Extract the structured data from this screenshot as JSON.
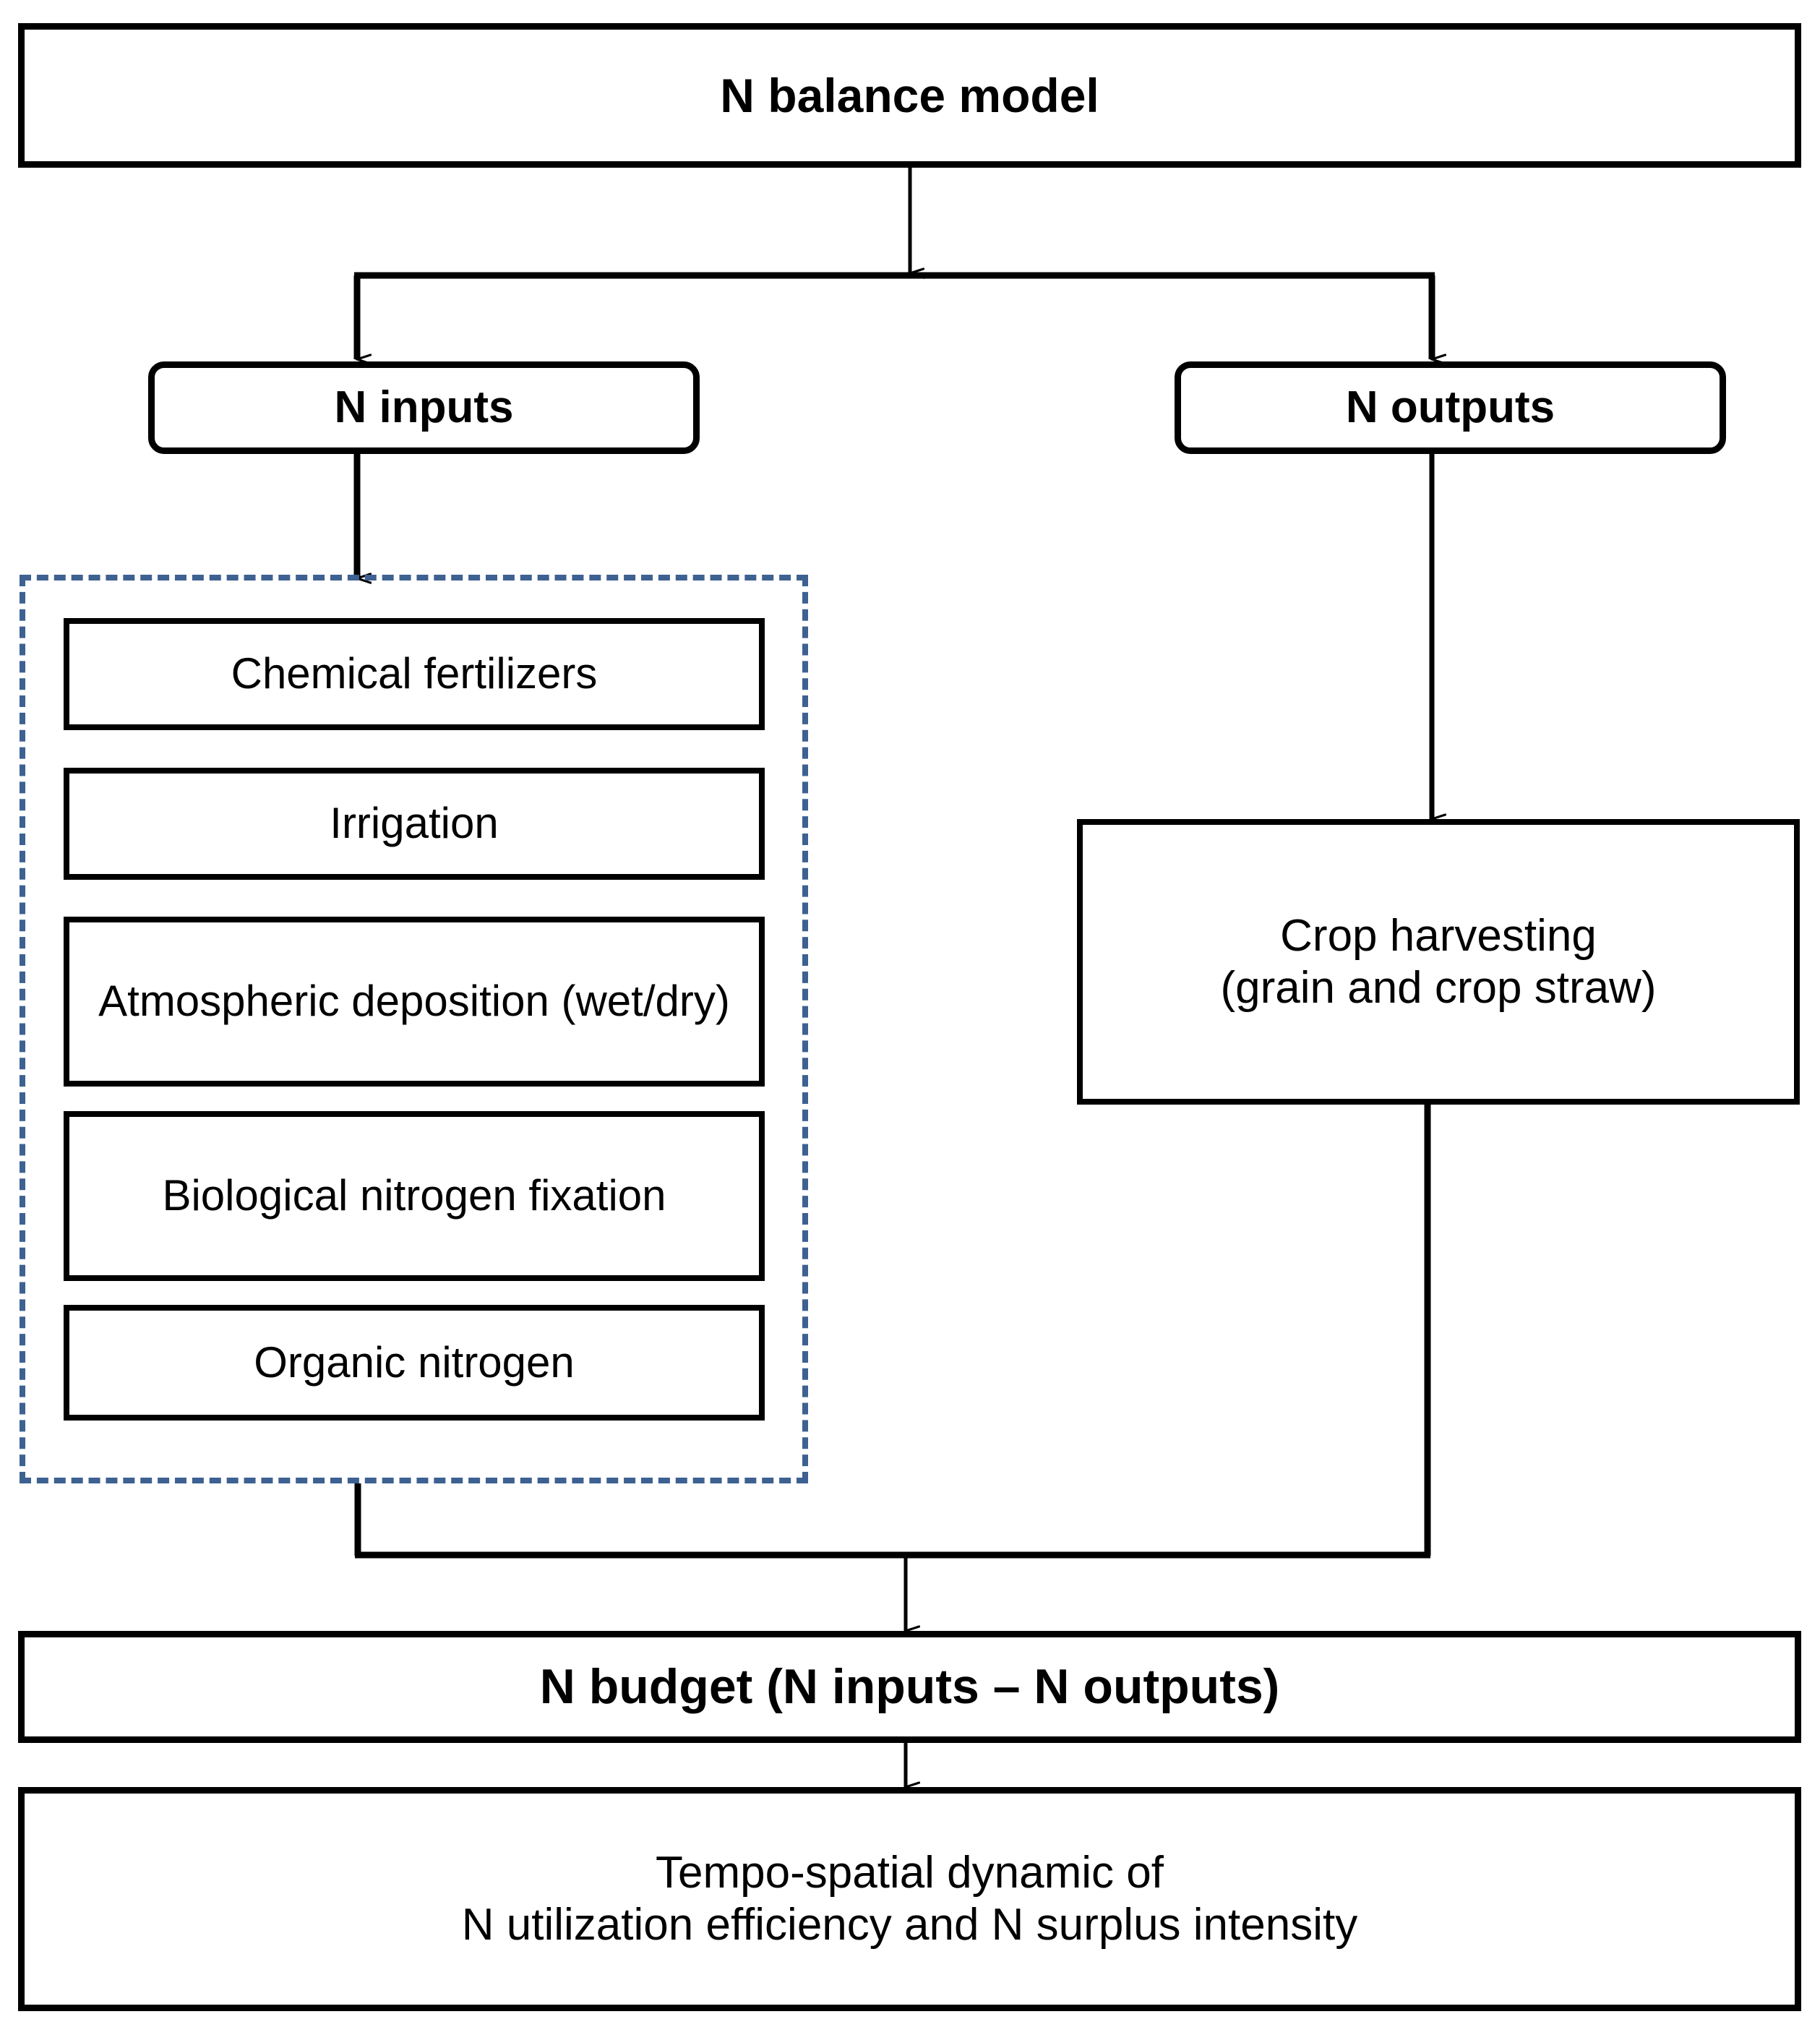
{
  "diagram": {
    "title": "N balance model",
    "accent_dashed_color": "#3d6191",
    "line_color": "#000000",
    "background": "#ffffff",
    "root": {
      "label": "N balance model"
    },
    "branches": {
      "inputs": {
        "label": "N inputs",
        "items": [
          {
            "label": "Chemical fertilizers"
          },
          {
            "label": "Irrigation"
          },
          {
            "label": "Atmospheric deposition (wet/dry)"
          },
          {
            "label": "Biological nitrogen fixation"
          },
          {
            "label": "Organic nitrogen"
          }
        ]
      },
      "outputs": {
        "label": "N outputs",
        "items": [
          {
            "label": "Crop harvesting\n(grain and crop straw)"
          }
        ]
      }
    },
    "budget": {
      "label": "N budget (N inputs – N outputs)"
    },
    "result": {
      "label": "Tempo-spatial  dynamic of\nN utilization efficiency and N surplus intensity"
    }
  }
}
